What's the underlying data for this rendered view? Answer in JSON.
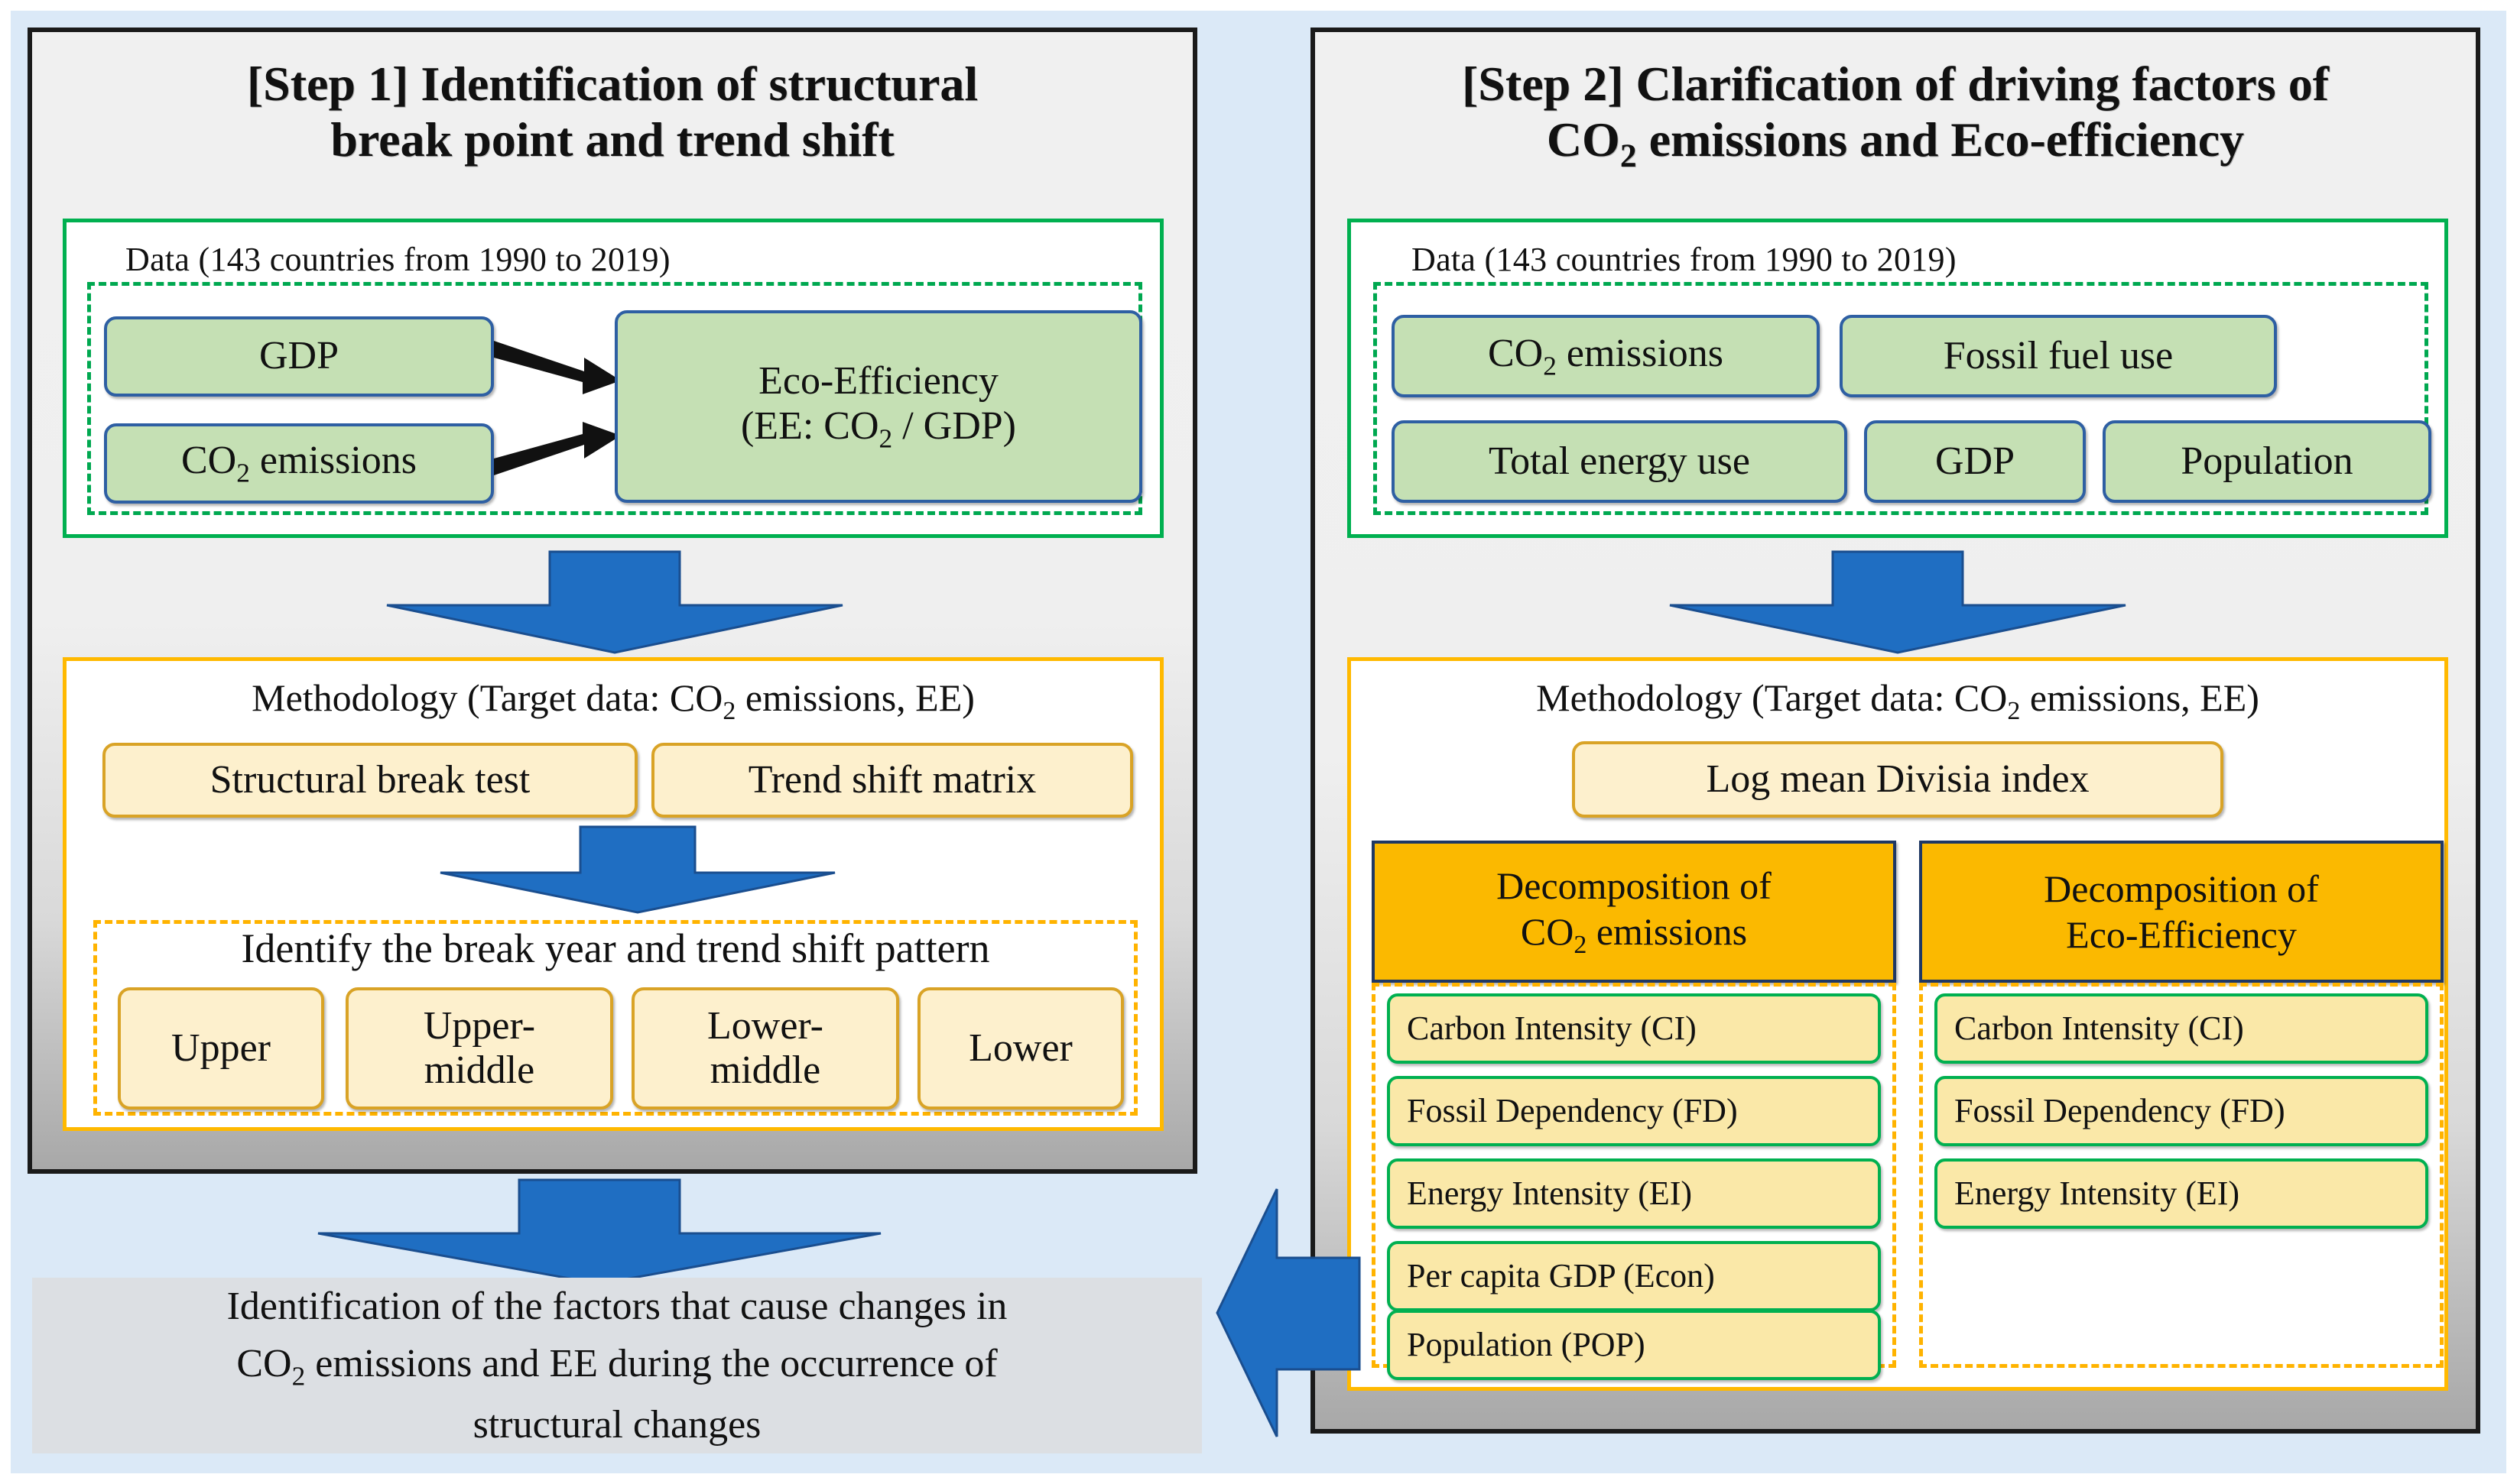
{
  "colors": {
    "page_background": "#dbe9f7",
    "panel_border": "#1a1a1a",
    "green_box_fill": "#c5e0b4",
    "green_box_border": "#2e5fa3",
    "yellow_box_fill": "#fdf0cd",
    "yellow_box_border": "#d9a326",
    "orange_header_fill": "#fbb900",
    "orange_header_border": "#1f3864",
    "factor_box_fill": "#fae8a8",
    "factor_box_border": "#00b050",
    "arrow_blue": "#1f6ec2",
    "data_group_outline": "#00b050",
    "methodology_outline": "#ffb900",
    "conclusion_fill": "#dcdfe3"
  },
  "step1": {
    "title_line1": "[Step 1] Identification of structural",
    "title_line2": "break point and trend shift",
    "data_group_label": "Data (143 countries from 1990 to 2019)",
    "inputs": [
      {
        "label": "GDP"
      },
      {
        "label_prefix": "CO",
        "label_sub": "2",
        "label_suffix": " emissions"
      }
    ],
    "output": {
      "line1": "Eco-Efficiency",
      "line2_prefix": "(EE: CO",
      "line2_sub": "2",
      "line2_suffix": " / GDP)"
    },
    "methodology_label_prefix": "Methodology (Target data: CO",
    "methodology_label_sub": "2",
    "methodology_label_suffix": " emissions, EE)",
    "methods": [
      "Structural break test",
      "Trend shift matrix"
    ],
    "result_label": "Identify the break year and trend shift pattern",
    "patterns": [
      "Upper",
      "Upper-\nmiddle",
      "Lower-\nmiddle",
      "Lower"
    ]
  },
  "step2": {
    "title_line1": "[Step 2] Clarification of driving factors of",
    "title_line2_prefix": "CO",
    "title_line2_sub": "2",
    "title_line2_suffix": " emissions and Eco-efficiency",
    "data_group_label": "Data (143 countries from 1990 to 2019)",
    "data_items_row1": [
      {
        "label_prefix": "CO",
        "label_sub": "2",
        "label_suffix": " emissions"
      },
      {
        "label": "Fossil fuel use"
      }
    ],
    "data_items_row2": [
      {
        "label": "Total energy use"
      },
      {
        "label": "GDP"
      },
      {
        "label": "Population"
      }
    ],
    "methodology_label_prefix": "Methodology (Target data: CO",
    "methodology_label_sub": "2",
    "methodology_label_suffix": " emissions, EE)",
    "method": "Log mean Divisia index",
    "decomposition_left": {
      "header_line1": "Decomposition of",
      "header_line2_prefix": "CO",
      "header_line2_sub": "2",
      "header_line2_suffix": " emissions",
      "factors": [
        "Carbon Intensity (CI)",
        "Fossil Dependency (FD)",
        "Energy Intensity (EI)",
        "Per capita GDP (Econ)",
        "Population (POP)"
      ]
    },
    "decomposition_right": {
      "header_line1": "Decomposition of",
      "header_line2": "Eco-Efficiency",
      "factors": [
        "Carbon Intensity (CI)",
        "Fossil Dependency (FD)",
        "Energy Intensity (EI)"
      ]
    }
  },
  "conclusion": {
    "line1": "Identification of the factors that cause changes in",
    "line2_prefix": "CO",
    "line2_sub": "2",
    "line2_suffix": " emissions and EE during the occurrence of",
    "line3": "structural changes"
  }
}
